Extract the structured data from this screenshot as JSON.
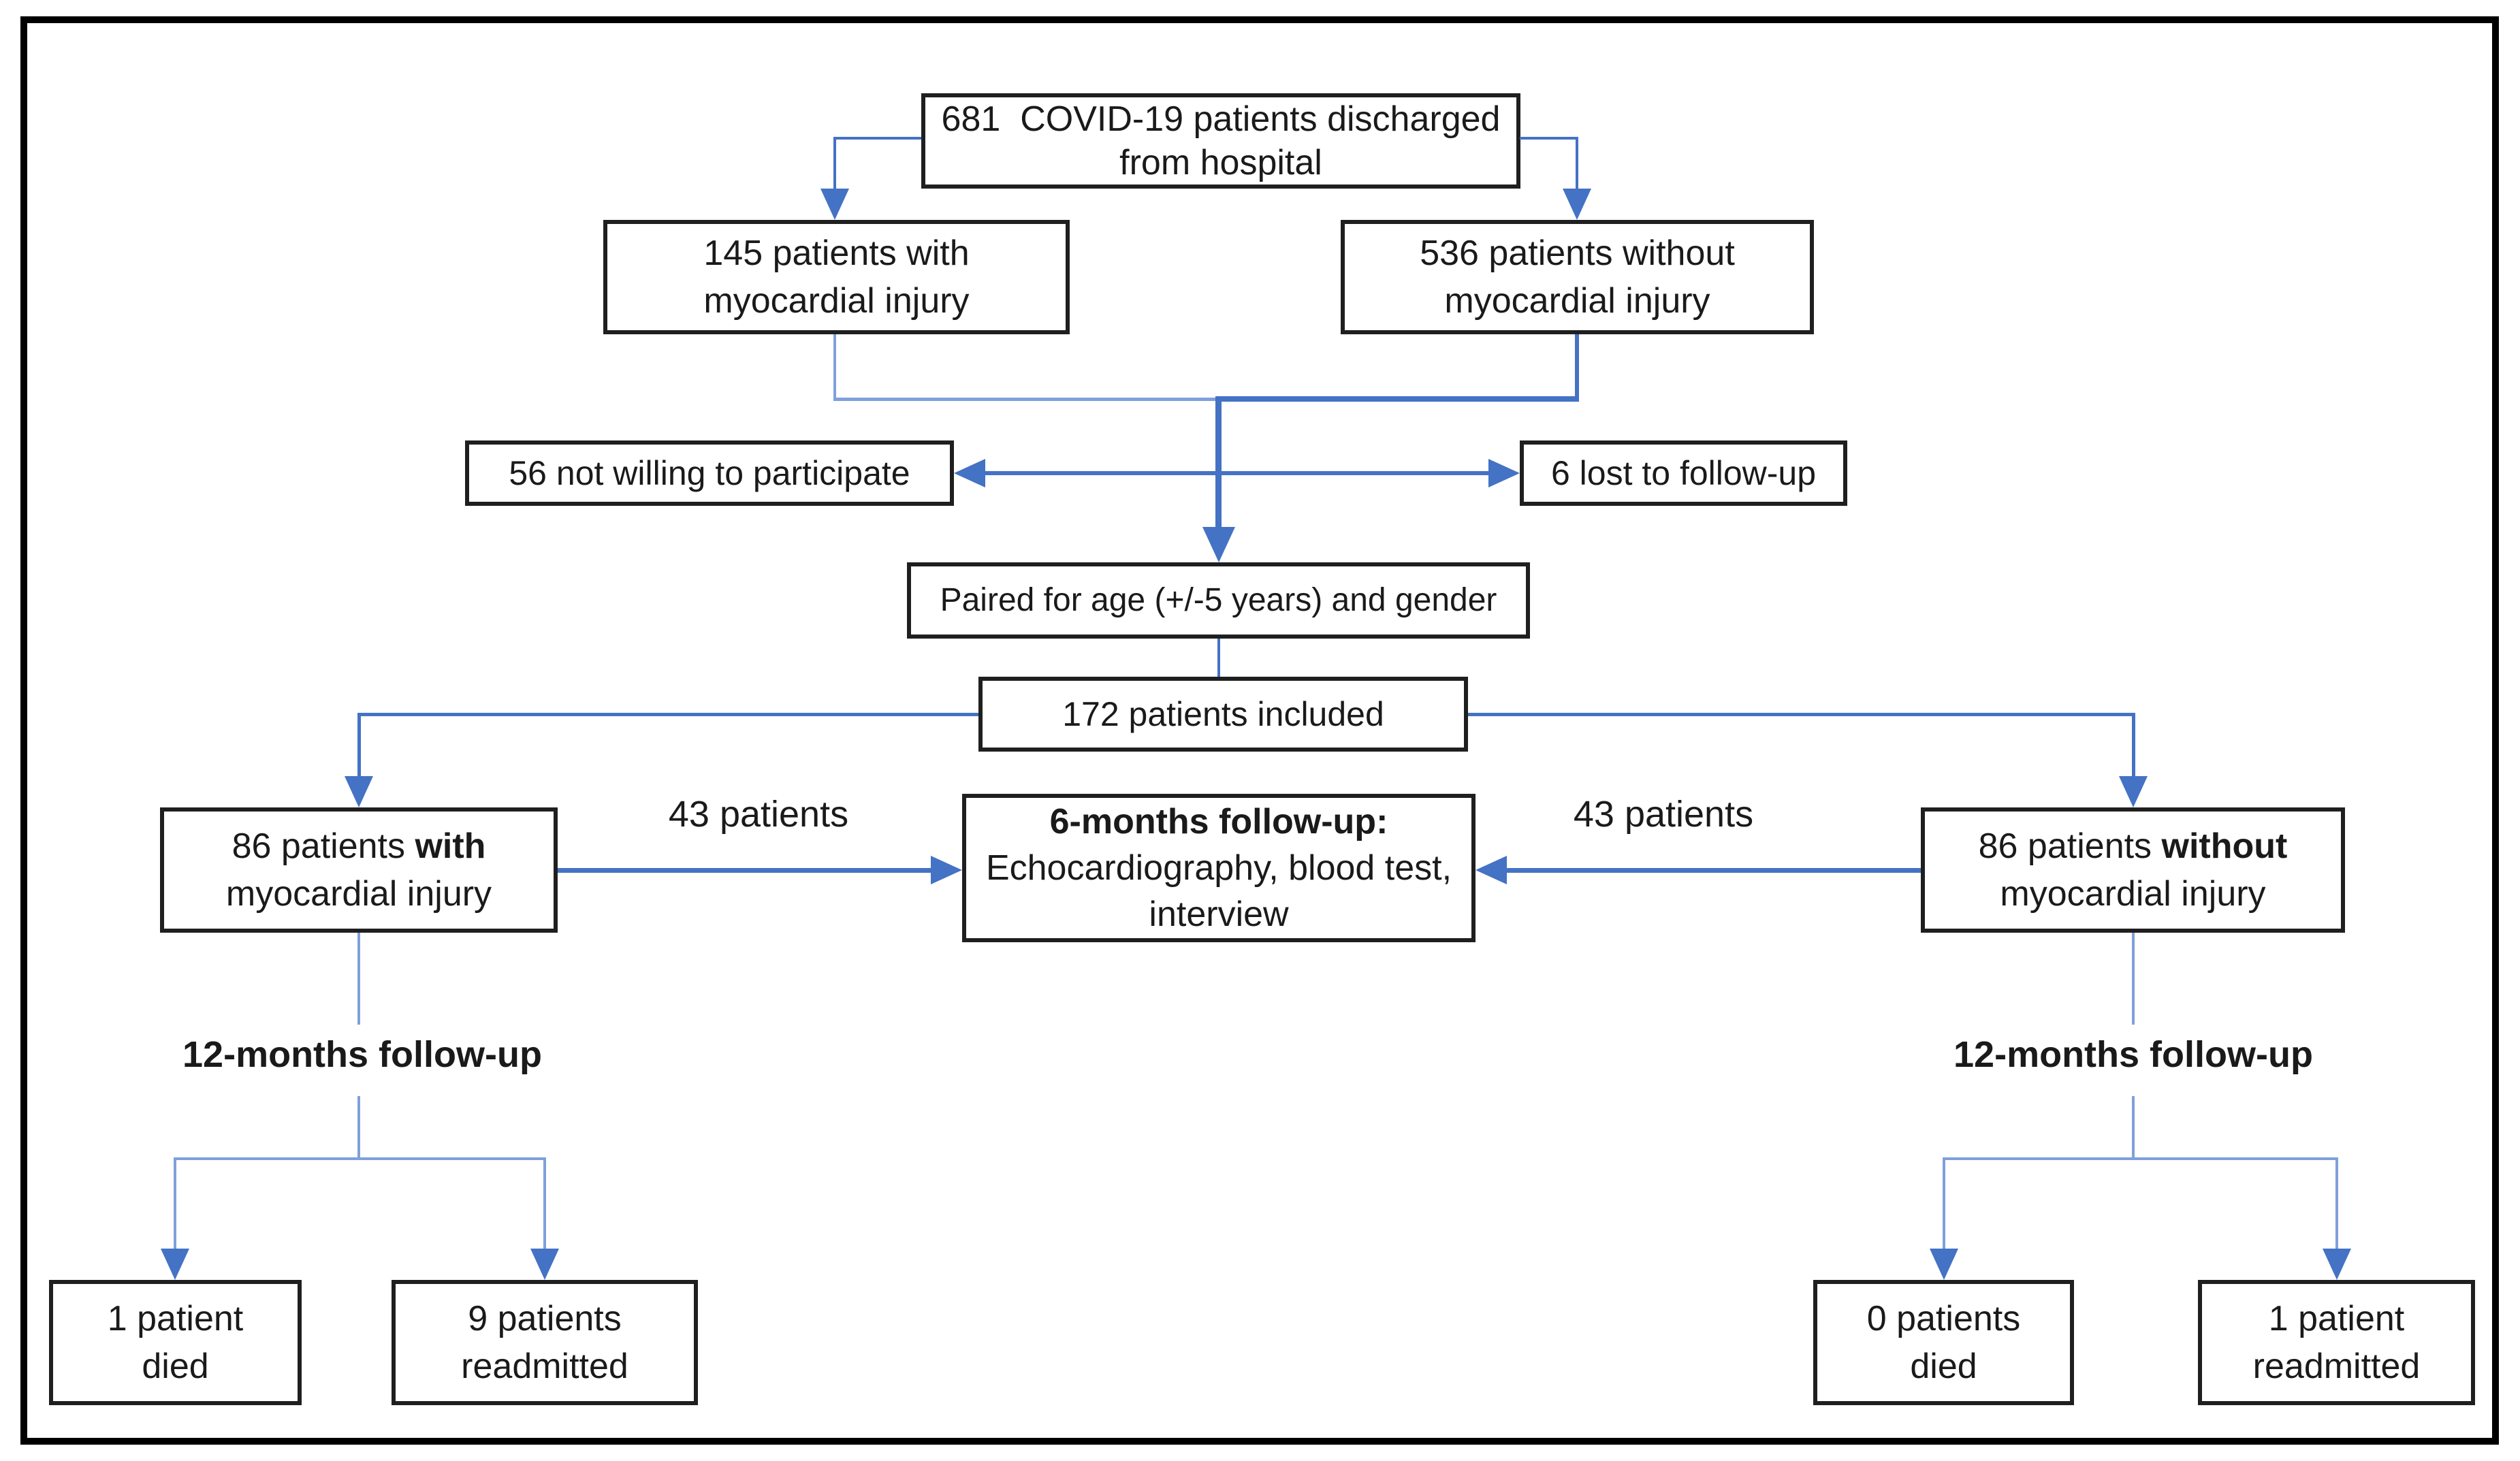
{
  "colors": {
    "arrow_main": "#4472C4",
    "arrow_light": "#7FA0DB",
    "box_border": "#1f1f1f",
    "frame_border": "#000000",
    "text": "#1a1a1a",
    "background": "#ffffff"
  },
  "boxes": {
    "discharged": {
      "line1": "681  COVID-19 patients discharged",
      "line2": "from hospital"
    },
    "with_injury_145": {
      "line1": "145 patients with",
      "line2": "myocardial injury"
    },
    "without_injury_536": {
      "line1": "536 patients without",
      "line2": "myocardial injury"
    },
    "not_willing": {
      "line1": "56 not willing to participate"
    },
    "lost_followup": {
      "line1": "6 lost to follow-up"
    },
    "paired": {
      "line1": "Paired for age (+/-5 years) and gender"
    },
    "included": {
      "line1": "172 patients included"
    },
    "with_injury_86": {
      "prefix": "86 patients ",
      "bold": "with",
      "line2": "myocardial injury"
    },
    "six_month_followup": {
      "title": "6-months follow-up:",
      "line2": "Echocardiography, blood test,",
      "line3": "interview"
    },
    "without_injury_86": {
      "prefix": "86 patients ",
      "bold": "without",
      "line2": "myocardial injury"
    },
    "died_left": {
      "line1": "1 patient",
      "line2": "died"
    },
    "readmitted_left": {
      "line1": "9 patients",
      "line2": "readmitted"
    },
    "died_right": {
      "line1": "0 patients",
      "line2": "died"
    },
    "readmitted_right": {
      "line1": "1 patient",
      "line2": "readmitted"
    }
  },
  "labels": {
    "patients_43_left": "43 patients",
    "patients_43_right": "43 patients",
    "twelve_month_left": "12-months follow-up",
    "twelve_month_right": "12-months follow-up"
  }
}
